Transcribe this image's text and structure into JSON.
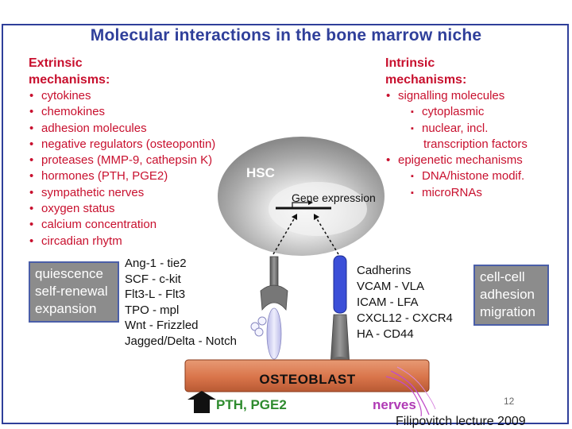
{
  "title": "Molecular interactions in the bone marrow niche",
  "extrinsic": {
    "heading_line1": "Extrinsic",
    "heading_line2": "mechanisms:",
    "items": [
      "cytokines",
      "chemokines",
      "adhesion molecules",
      "negative regulators (osteopontin)",
      "proteases (MMP-9, cathepsin K)",
      "hormones (PTH, PGE2)",
      "sympathetic nerves",
      "oxygen status",
      "calcium concentration",
      "circadian rhytm"
    ]
  },
  "intrinsic": {
    "heading_line1": "Intrinsic",
    "heading_line2": "mechanisms:",
    "item1": "signalling molecules",
    "sub1": "cytoplasmic",
    "sub2": "nuclear, incl.",
    "sub2_cont": "transcription factors",
    "item2": "epigenetic mechanisms",
    "sub3": "DNA/histone modif.",
    "sub4": "microRNAs"
  },
  "hsc_label": "HSC",
  "gene_expression_label": "Gene expression",
  "left_box": [
    "quiescence",
    "self-renewal",
    "expansion"
  ],
  "right_box": [
    "cell-cell",
    "adhesion",
    "migration"
  ],
  "ligands": [
    "Ang-1 - tie2",
    "SCF - c-kit",
    "Flt3-L - Flt3",
    "TPO - mpl",
    "Wnt - Frizzled",
    "Jagged/Delta - Notch"
  ],
  "receptors": [
    "Cadherins",
    "VCAM - VLA",
    "ICAM - LFA",
    "CXCL12 - CXCR4",
    "HA - CD44"
  ],
  "osteoblast_label": "OSTEOBLAST",
  "pth_label": "PTH, PGE2",
  "nerves_label": "nerves",
  "slide_number": "12",
  "footer": "Filipovitch lecture 2009",
  "colors": {
    "title_blue": "#2f3f9a",
    "text_red": "#c8102e",
    "osteoblast_orange": "#d9744a",
    "pth_green": "#2e8b2e",
    "nerves_purple": "#b03ab5",
    "receptor_blue": "#3b4fd8",
    "box_gray": "#8c8c8c"
  }
}
